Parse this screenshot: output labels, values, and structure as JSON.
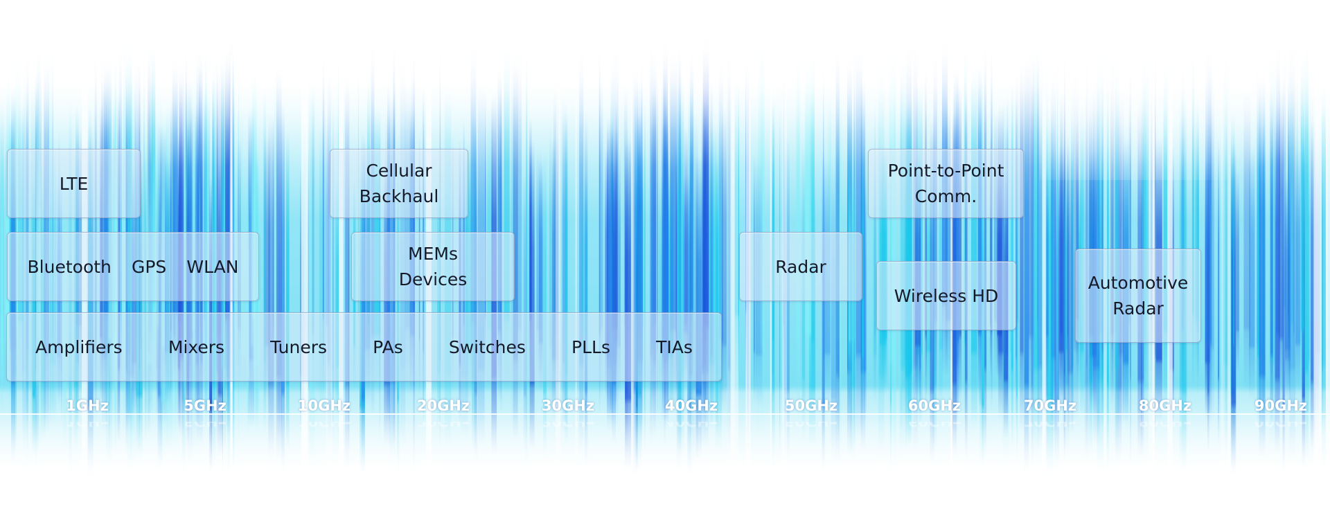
{
  "boxes": {
    "lte": "LTE",
    "cellular_backhaul": "Cellular\nBackhaul",
    "point_to_point": "Point-to-Point\nComm.",
    "row2": [
      "Bluetooth",
      "GPS",
      "WLAN"
    ],
    "mems_devices": "MEMs\nDevices",
    "radar": "Radar",
    "wireless_hd": "Wireless HD",
    "automotive_radar": "Automotive\nRadar",
    "row3": [
      "Amplifiers",
      "Mixers",
      "Tuners",
      "PAs",
      "Switches",
      "PLLs",
      "TIAs"
    ]
  },
  "frequency_axis": [
    "1GHz",
    "5GHz",
    "10GHz",
    "20GHz",
    "30GHz",
    "40GHz",
    "50GHz",
    "60GHz",
    "70GHz",
    "80GHz",
    "90GHz"
  ],
  "colors": {
    "deep_blue": "#1a4fd8",
    "blue": "#1f7fe8",
    "cyan": "#18c8ec",
    "aqua": "#7ff0f8",
    "background": "#ffffff"
  }
}
